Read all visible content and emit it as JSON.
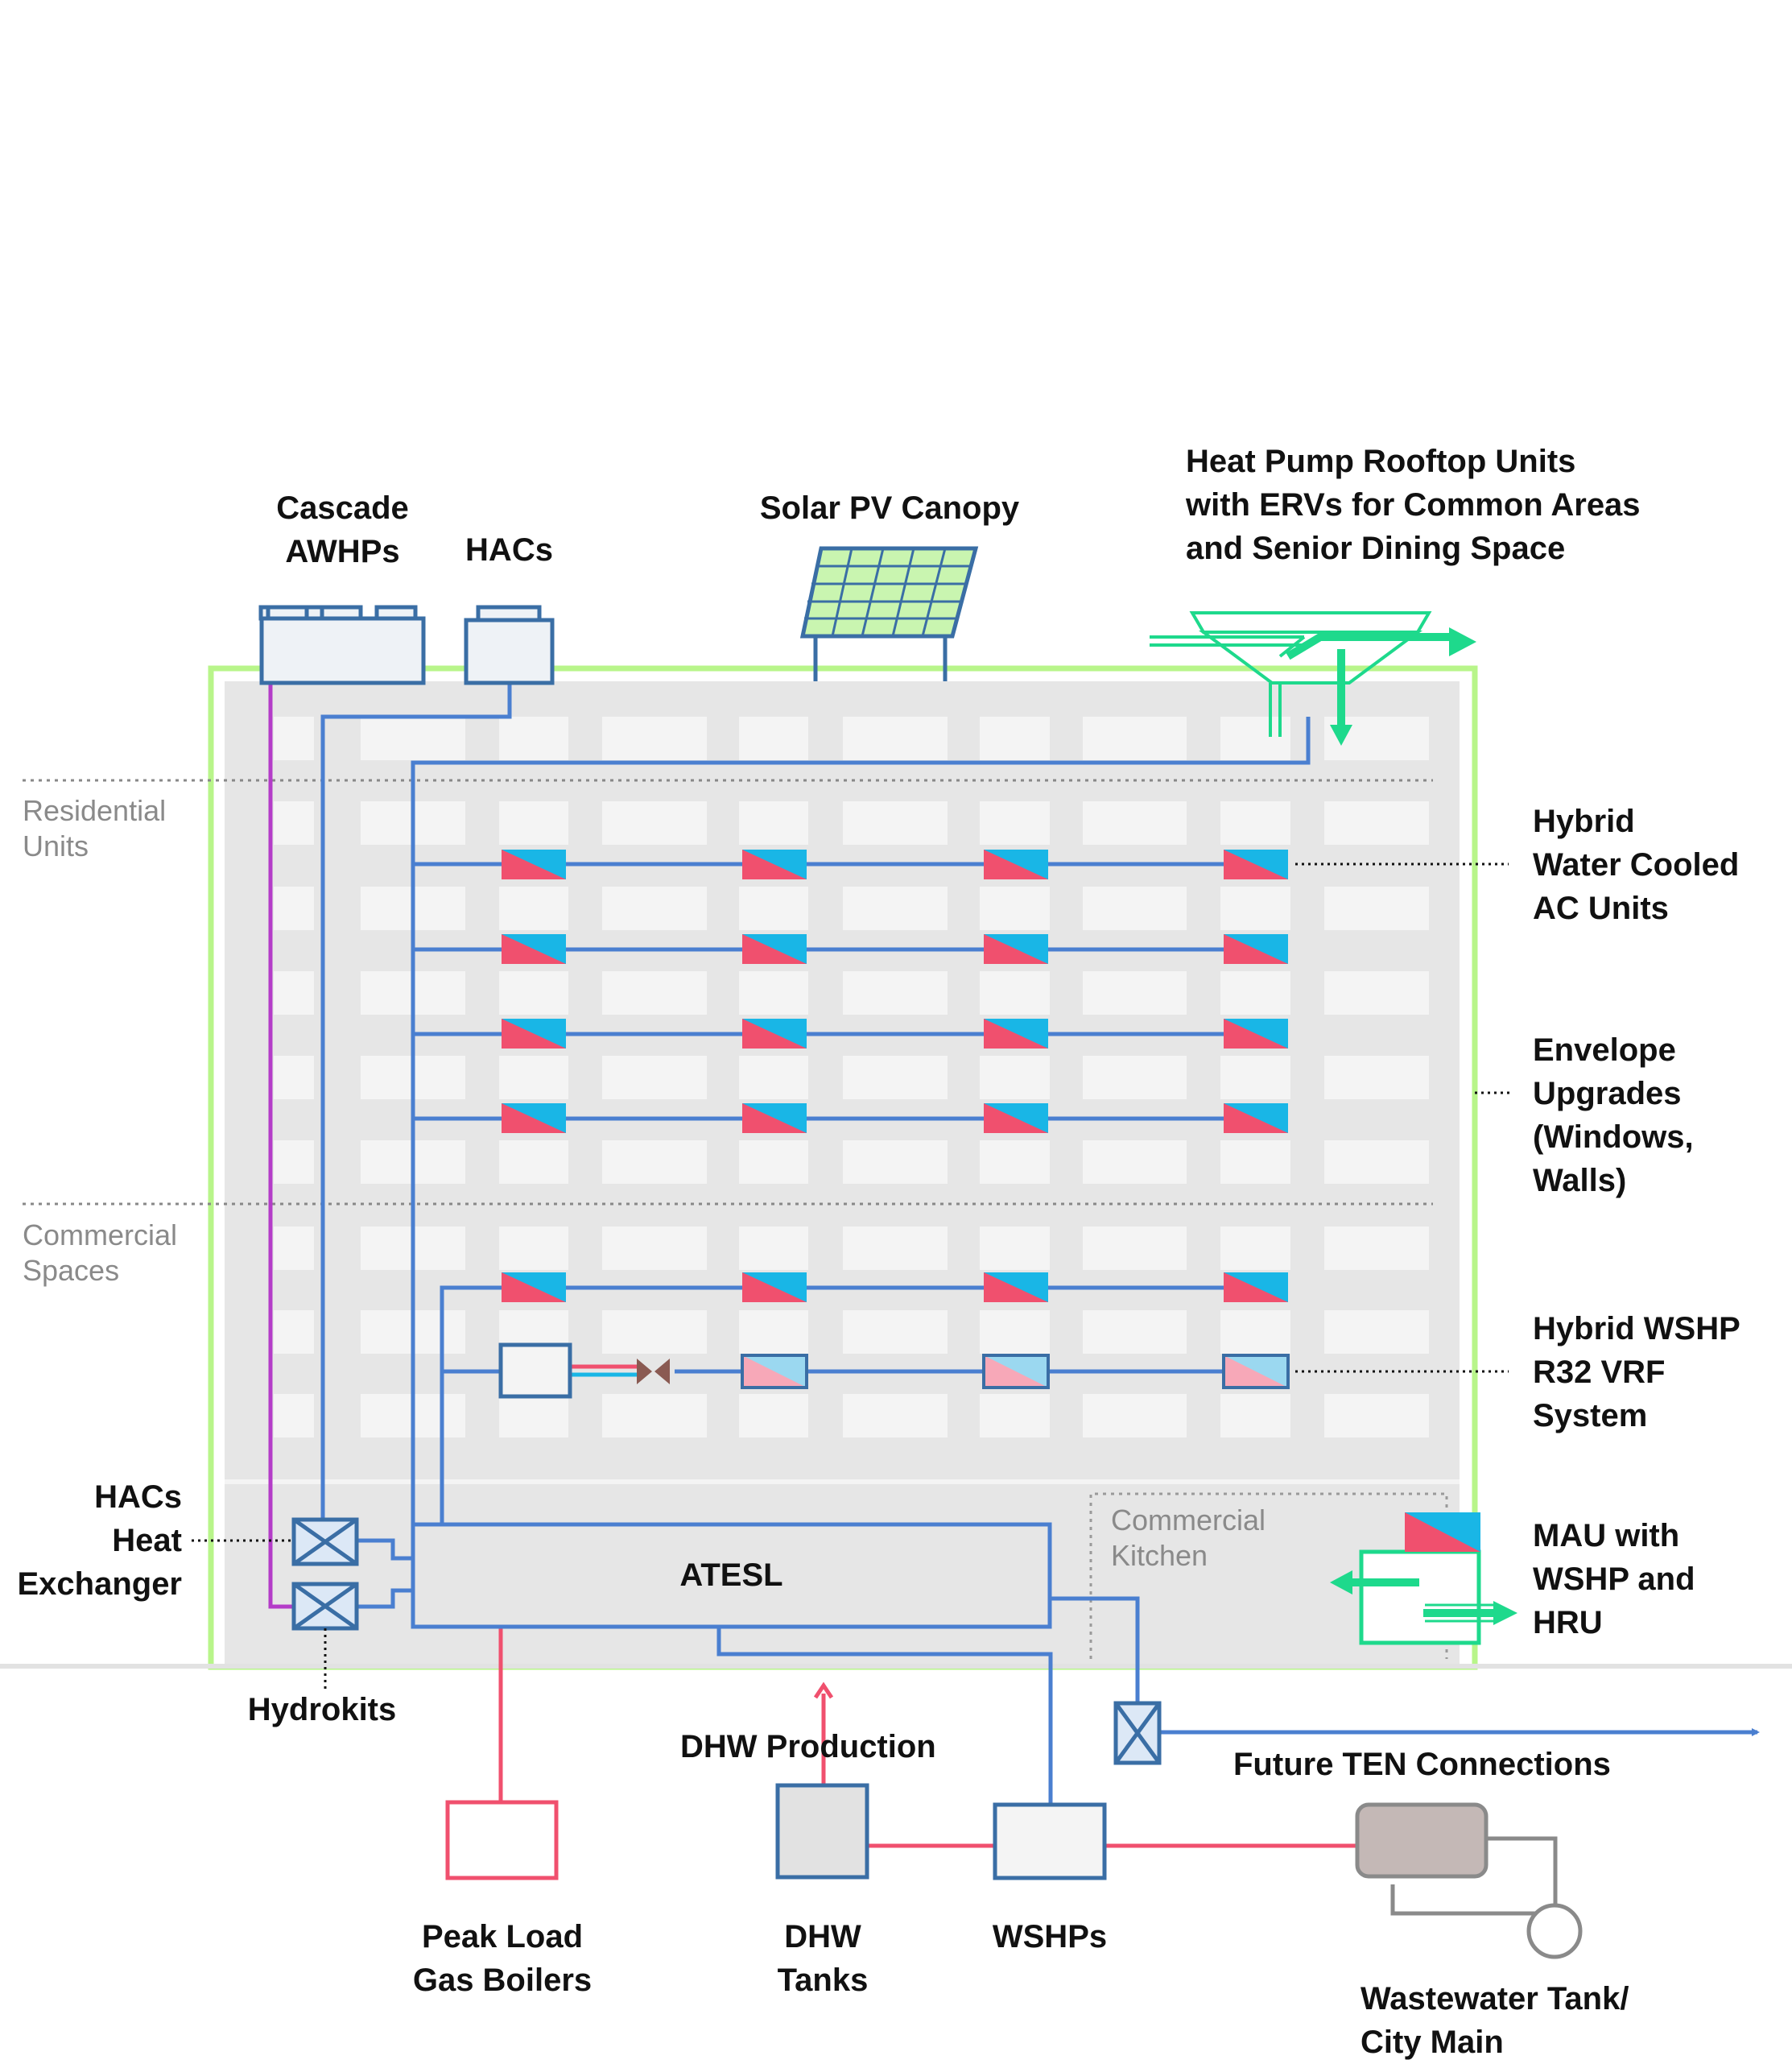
{
  "colors": {
    "pipe_blue": "#4a7fd0",
    "hot_red": "#f0506e",
    "magenta": "#b43cc8",
    "envelope_green": "#b8f58a",
    "erv_green": "#1ed98c",
    "equipment_blue": "#3a6ea5",
    "unit_cyan": "#19b6e6",
    "building_gray": "#e6e6e6",
    "window_gray": "#f4f4f4",
    "zone_text": "#8a8a8a",
    "solar_fill": "#c9f5b0",
    "tank_brown": "#c4b8b6"
  },
  "labels": {
    "cascade_awhps": [
      "Cascade",
      "AWHPs"
    ],
    "hacs_top": "HACs",
    "solar_pv": "Solar PV Canopy",
    "heat_pump_rtu": [
      "Heat Pump Rooftop Units",
      "with ERVs for Common Areas",
      "and Senior Dining Space"
    ],
    "hybrid_wcac": [
      "Hybrid",
      "Water Cooled",
      "AC Units"
    ],
    "envelope": [
      "Envelope",
      "Upgrades",
      "(Windows,",
      "Walls)"
    ],
    "hybrid_wshp": [
      "Hybrid WSHP",
      "R32 VRF",
      "System"
    ],
    "mau": [
      "MAU with",
      "WSHP and",
      "HRU"
    ],
    "hacs_hx": [
      "HACs",
      "Heat",
      "Exchanger"
    ],
    "hydrokits": "Hydrokits",
    "atesl": "ATESL",
    "dhw_production": "DHW Production",
    "future_ten": "Future TEN Connections",
    "peak_load": [
      "Peak Load",
      "Gas Boilers"
    ],
    "dhw_tanks": [
      "DHW",
      "Tanks"
    ],
    "wshps": "WSHPs",
    "wastewater": [
      "Wastewater Tank/",
      "City Main"
    ]
  },
  "zones": {
    "residential": [
      "Residential",
      "Units"
    ],
    "commercial": [
      "Commercial",
      "Spaces"
    ],
    "kitchen": [
      "Commercial",
      "Kitchen"
    ]
  },
  "icons": [
    "solar-panel-icon",
    "erv-rooftop-unit-icon",
    "water-cooled-ac-unit-icon",
    "wshp-vrf-unit-icon",
    "heat-exchanger-icon",
    "expansion-valve-icon",
    "wastewater-tank-icon",
    "pump-circle-icon",
    "mau-unit-icon"
  ]
}
